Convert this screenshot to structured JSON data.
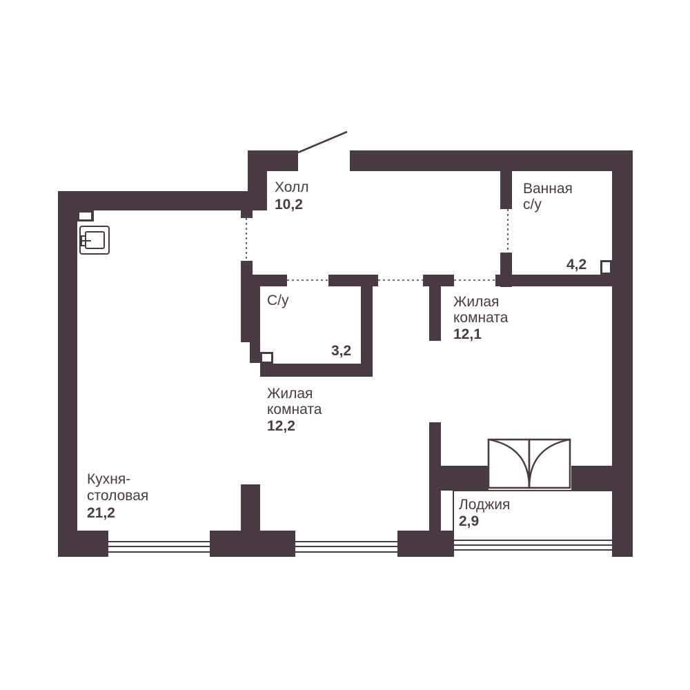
{
  "colors": {
    "wall": "#493a44",
    "background": "#ffffff"
  },
  "rooms": {
    "hall": {
      "name": "Холл",
      "area": "10,2"
    },
    "bathroom": {
      "name_line1": "Ванная",
      "name_line2": "с/у",
      "area": "4,2"
    },
    "wc": {
      "name": "С/у",
      "area": "3,2"
    },
    "bedroom_right": {
      "name_line1": "Жилая",
      "name_line2": "комната",
      "area": "12,1"
    },
    "bedroom_center": {
      "name_line1": "Жилая",
      "name_line2": "комната",
      "area": "12,2"
    },
    "kitchen": {
      "name_line1": "Кухня-",
      "name_line2": "столовая",
      "area": "21,2"
    },
    "loggia": {
      "name": "Лоджия",
      "area": "2,9"
    }
  },
  "fixtures": {
    "boiler": "boiler-icon",
    "shaft": "ventilation-shaft-icon"
  }
}
